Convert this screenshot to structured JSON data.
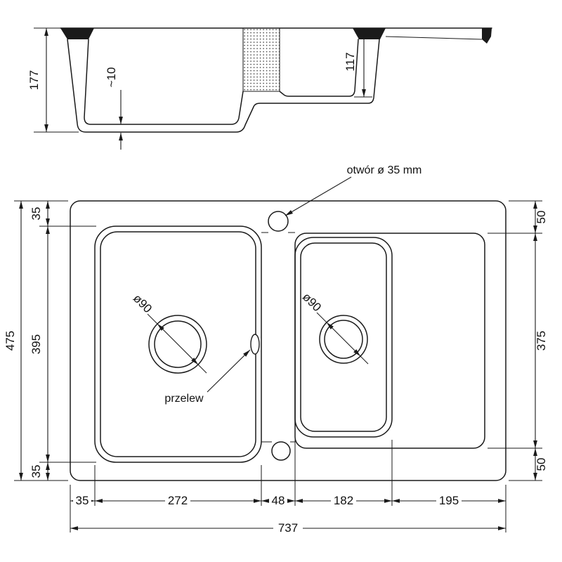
{
  "section": {
    "dims": {
      "depth_main": "177",
      "bottom_thickness": "~10",
      "depth_small": "117"
    }
  },
  "plan": {
    "labels": {
      "hole": "otwór ø 35 mm",
      "overflow": "przelew",
      "main_drain": "ø90",
      "small_drain": "ø90"
    },
    "dims": {
      "overall_width": "737",
      "overall_height": "475",
      "left": [
        "35",
        "395",
        "35"
      ],
      "right": [
        "50",
        "375",
        "50"
      ],
      "bottom": [
        "35",
        "272",
        "48",
        "182",
        "195"
      ]
    }
  }
}
